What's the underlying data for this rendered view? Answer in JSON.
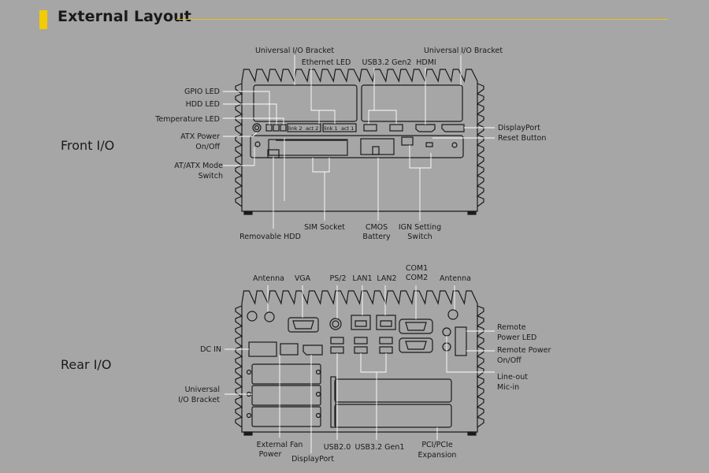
{
  "header": {
    "title": "External Layout",
    "accent_color": "#f2cc00",
    "rule_color": "#e8c21a"
  },
  "sections": {
    "front": "Front I/O",
    "rear": "Rear I/O"
  },
  "front": {
    "port_texts": {
      "link2": "link 2",
      "act2": "act 2",
      "link1": "link 1",
      "act1": "act 1"
    },
    "labels": {
      "universal_io_bracket_left": "Universal I/O Bracket",
      "ethernet_led": "Ethernet LED",
      "usb32_gen2": "USB3.2 Gen2",
      "hdmi": "HDMI",
      "universal_io_bracket_right": "Universal I/O Bracket",
      "gpio_led": "GPIO LED",
      "hdd_led": "HDD LED",
      "temperature_led": "Temperature LED",
      "atx_power_1": "ATX Power",
      "atx_power_2": "On/Off",
      "atatx_mode_1": "AT/ATX Mode",
      "atatx_mode_2": "Switch",
      "displayport": "DisplayPort",
      "reset_button": "Reset Button",
      "sim_socket": "SIM Socket",
      "cmos_1": "CMOS",
      "cmos_2": "Battery",
      "ign_1": "IGN Setting",
      "ign_2": "Switch",
      "removable_hdd": "Removable HDD"
    }
  },
  "rear": {
    "labels": {
      "antenna_left": "Antenna",
      "vga": "VGA",
      "ps2": "PS/2",
      "lan1": "LAN1",
      "lan2": "LAN2",
      "com1": "COM1",
      "com2": "COM2",
      "antenna_right": "Antenna",
      "dc_in": "DC IN",
      "universal_1": "Universal",
      "universal_2": "I/O Bracket",
      "remote_led_1": "Remote",
      "remote_led_2": "Power LED",
      "remote_power_1": "Remote Power",
      "remote_power_2": "On/Off",
      "lineout": "Line-out",
      "micin": "Mic-in",
      "ext_fan_1": "External Fan",
      "ext_fan_2": "Power",
      "displayport": "DisplayPort",
      "usb20": "USB2.0",
      "usb32_gen1": "USB3.2 Gen1",
      "pci_1": "PCI/PCIe",
      "pci_2": "Expansion"
    }
  }
}
